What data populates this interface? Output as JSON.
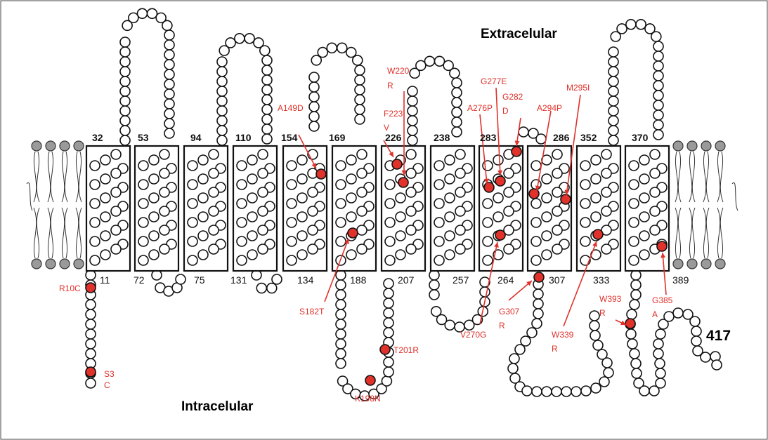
{
  "labels": {
    "extracellular": "Extracelular",
    "intracellular": "Intracelular",
    "c_terminus": "417"
  },
  "colors": {
    "mutation": "#e0312b",
    "lipid_head": "#9a9a9a",
    "residue_fill": "#ffffff",
    "outline": "#111111"
  },
  "tm_top_numbers": [
    "32",
    "53",
    "94",
    "110",
    "154",
    "169",
    "226",
    "238",
    "283",
    "286",
    "352",
    "370"
  ],
  "tm_bottom_numbers": [
    "11",
    "72",
    "75",
    "131",
    "134",
    "188",
    "207",
    "257",
    "264",
    "307",
    "333",
    "389"
  ],
  "mutations": [
    {
      "line1": "R10C",
      "line2": ""
    },
    {
      "line1": "S3",
      "line2": "C"
    },
    {
      "line1": "A149D",
      "line2": ""
    },
    {
      "line1": "S182T",
      "line2": ""
    },
    {
      "line1": "K198N",
      "line2": ""
    },
    {
      "line1": "T201R",
      "line2": ""
    },
    {
      "line1": "W220",
      "line2": "R"
    },
    {
      "line1": "F223",
      "line2": "V"
    },
    {
      "line1": "V270G",
      "line2": ""
    },
    {
      "line1": "A276P",
      "line2": ""
    },
    {
      "line1": "G277E",
      "line2": ""
    },
    {
      "line1": "G282",
      "line2": "D"
    },
    {
      "line1": "A294P",
      "line2": ""
    },
    {
      "line1": "M295I",
      "line2": ""
    },
    {
      "line1": "G307",
      "line2": "R"
    },
    {
      "line1": "W339",
      "line2": "R"
    },
    {
      "line1": "W393",
      "line2": "R"
    },
    {
      "line1": "G385",
      "line2": "A"
    }
  ]
}
